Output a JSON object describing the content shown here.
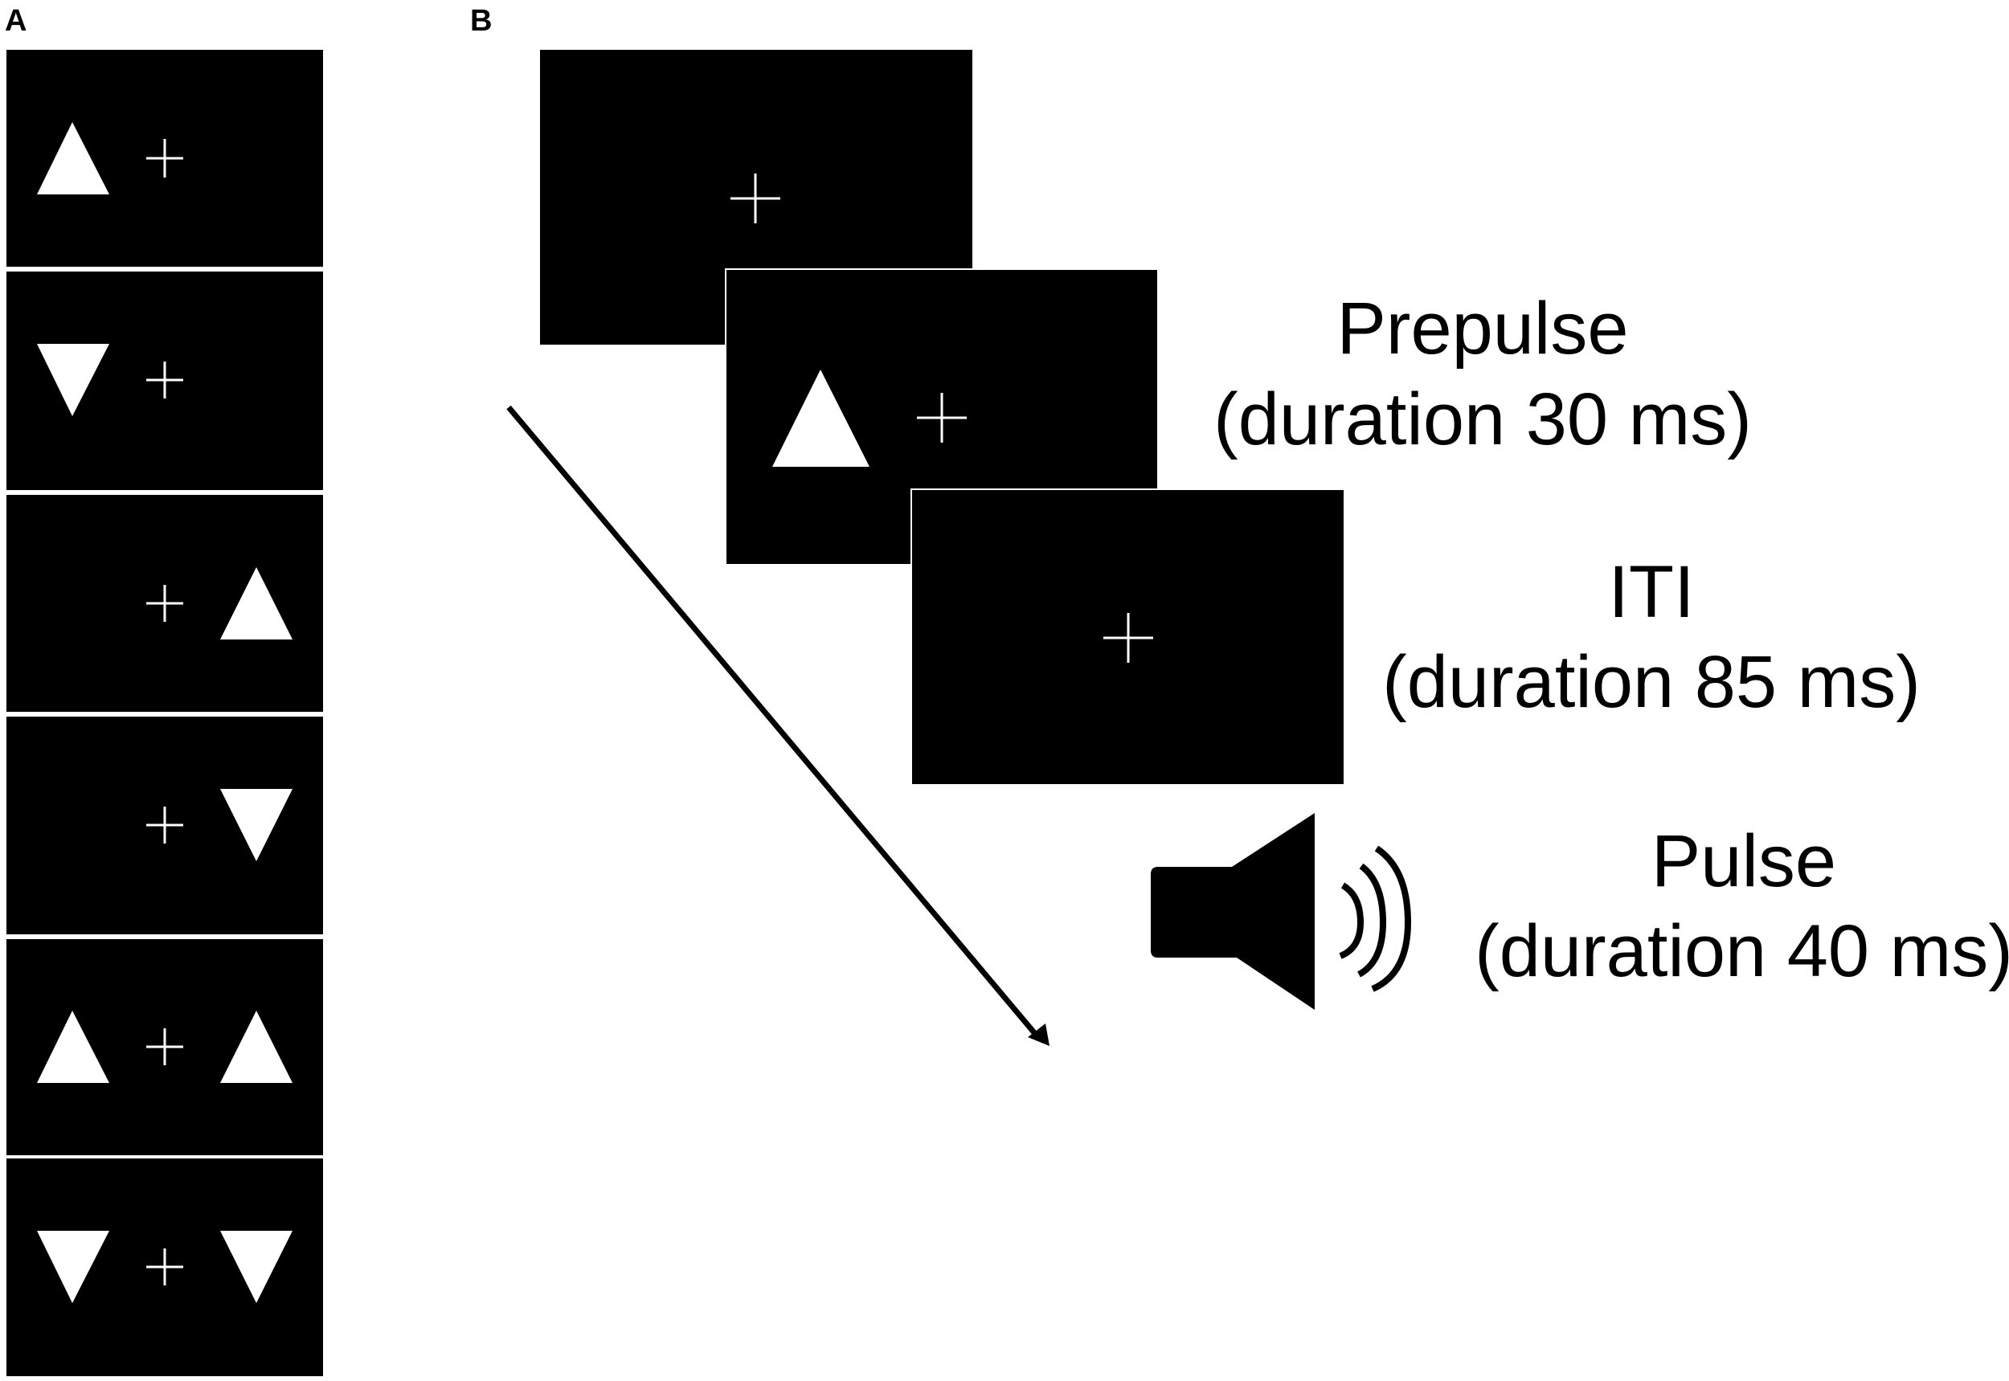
{
  "panels": {
    "a_label": "A",
    "b_label": "B"
  },
  "panel_a": {
    "frames": [
      {
        "left": "up",
        "right": "none"
      },
      {
        "left": "down",
        "right": "none"
      },
      {
        "left": "none",
        "right": "up"
      },
      {
        "left": "none",
        "right": "down"
      },
      {
        "left": "up",
        "right": "up"
      },
      {
        "left": "down",
        "right": "down"
      }
    ]
  },
  "panel_b": {
    "stages": [
      {
        "title": "Prepulse",
        "duration": "(duration 30 ms)"
      },
      {
        "title": "ITI",
        "duration": "(duration 85 ms)"
      },
      {
        "title": "Pulse",
        "duration": "(duration 40 ms)"
      }
    ]
  },
  "colors": {
    "screen": "#000000",
    "stimulus": "#ffffff",
    "background": "#ffffff"
  }
}
